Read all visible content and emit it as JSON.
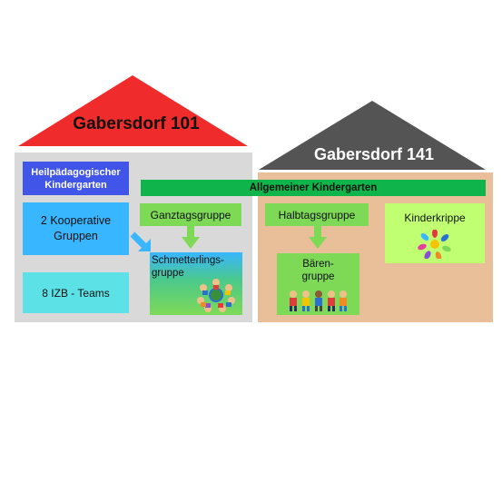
{
  "house_left": {
    "title": "Gabersdorf 101",
    "roof_color": "#ef2b2b",
    "body_color": "#d9d9d9"
  },
  "house_right": {
    "title": "Gabersdorf 141",
    "roof_color": "#545454",
    "body_color": "#e8bf98"
  },
  "banner": {
    "label": "Allgemeiner Kindergarten",
    "color": "#0fb44a"
  },
  "boxes": {
    "heilpaed": {
      "label": "Heilpädagogischer Kindergarten",
      "color": "#4156e8"
    },
    "kooperative": {
      "label": "2 Kooperative Gruppen",
      "color": "#38b6ff"
    },
    "izb": {
      "label": "8 IZB - Teams",
      "color": "#5ce1e6"
    },
    "ganztags": {
      "label": "Ganztagsgruppe",
      "color": "#7ed957"
    },
    "schmetterlings": {
      "label": "Schmetterlings-gruppe"
    },
    "halbtags": {
      "label": "Halbtagsgruppe",
      "color": "#7ed957"
    },
    "baeren": {
      "label": "Bären-gruppe",
      "color": "#7ed957"
    },
    "kinderkrippe": {
      "label": "Kinderkrippe",
      "color": "#c1ff72"
    }
  },
  "icons": [
    "children-circle-icon",
    "children-row-icon",
    "colorful-hands-icon",
    "arrow-down-icon",
    "arrow-diagonal-icon"
  ]
}
